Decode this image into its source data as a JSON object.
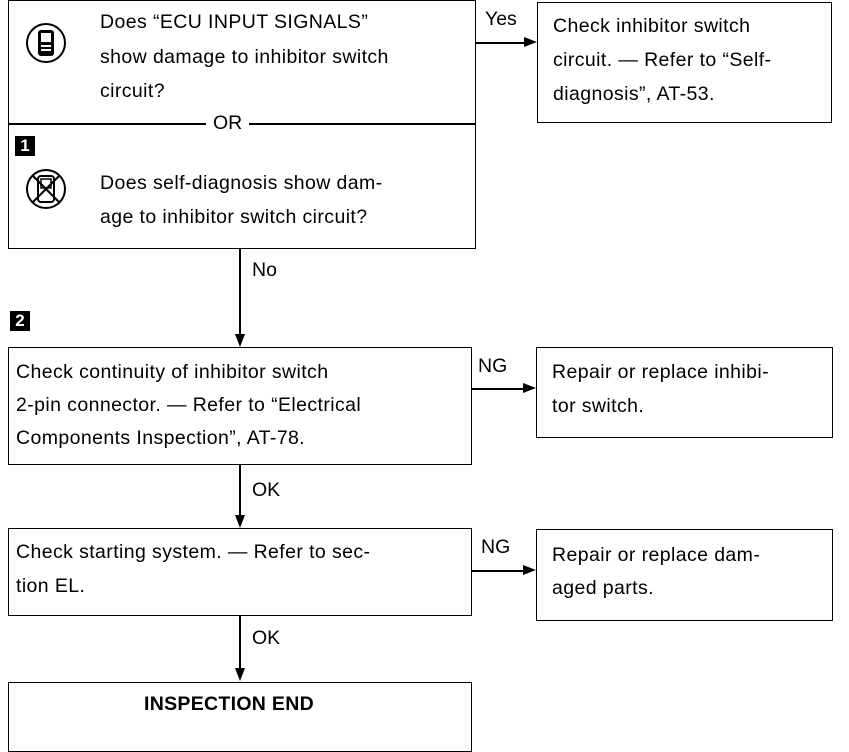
{
  "diagram": {
    "q1": {
      "line1": "Does “ECU INPUT SIGNALS”",
      "line2": "show damage to inhibitor switch",
      "line3": "circuit?"
    },
    "or_label": "OR",
    "step1_badge": "1",
    "q2": {
      "line1": "Does self-diagnosis show dam-",
      "line2": "age to inhibitor switch circuit?"
    },
    "yes_label": "Yes",
    "no_label": "No",
    "result_yes": {
      "line1": "Check inhibitor switch",
      "line2": "circuit. — Refer to “Self-",
      "line3": "diagnosis”, AT-53."
    },
    "step2_badge": "2",
    "check_continuity": {
      "line1": "Check continuity of inhibitor switch",
      "line2": "2-pin connector. — Refer to “Electrical",
      "line3": "Components Inspection”, AT-78."
    },
    "ng_label_1": "NG",
    "repair_inhibitor": {
      "line1": "Repair or replace inhibi-",
      "line2": "tor switch."
    },
    "ok_label_1": "OK",
    "check_starting": {
      "line1": "Check starting system. — Refer to sec-",
      "line2": "tion EL."
    },
    "ng_label_2": "NG",
    "repair_damaged": {
      "line1": "Repair or replace dam-",
      "line2": "aged parts."
    },
    "ok_label_2": "OK",
    "end_title": "INSPECTION END",
    "icons": {
      "consult": "consult-tool-icon",
      "no_consult": "no-consult-tool-icon"
    },
    "colors": {
      "ink": "#000000",
      "paper": "#ffffff"
    }
  }
}
